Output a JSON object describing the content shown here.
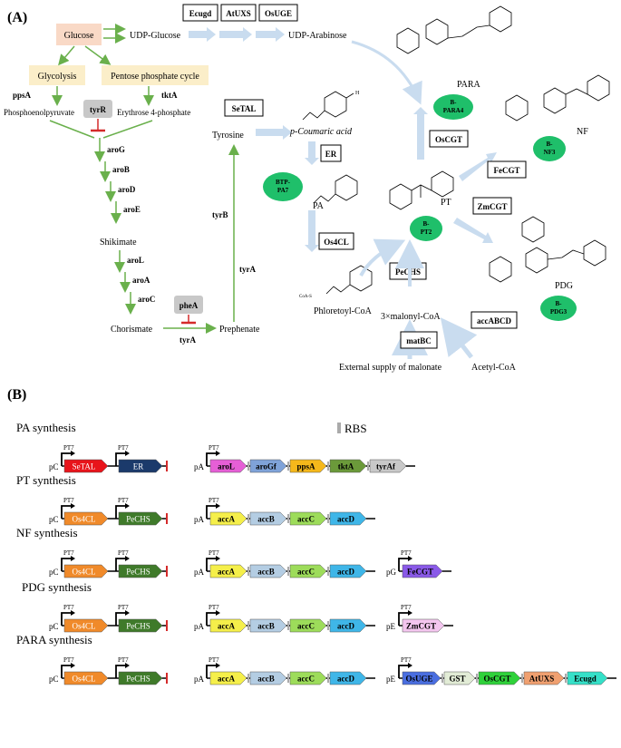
{
  "panel_a": {
    "label": "(A)",
    "glucose": "Glucose",
    "glycolysis": "Glycolysis",
    "pentose": "Pentose phosphate cycle",
    "udp_glucose": "UDP-Glucose",
    "udp_arabinose": "UDP-Arabinose",
    "ecugd": "Ecugd",
    "atuxs": "AtUXS",
    "osuge": "OsUGE",
    "ppsA": "ppsA",
    "tktA": "tktA",
    "pep": "Phosphoenolpyruvate",
    "tyrR": "tyrR",
    "e4p": "Erythrose 4-phosphate",
    "aroG": "aroG",
    "aroB": "aroB",
    "aroD": "aroD",
    "aroE": "aroE",
    "shikimate": "Shikimate",
    "aroL": "aroL",
    "aroA": "aroA",
    "aroC": "aroC",
    "chorismate": "Chorismate",
    "pheA": "pheA",
    "tyrA_bottom": "tyrA",
    "prephenate": "Prephenate",
    "tyrA_side": "tyrA",
    "tyrB": "tyrB",
    "tyrosine": "Tyrosine",
    "setal": "SeTAL",
    "coumaric": "p-Coumaric acid",
    "er": "ER",
    "pa": "PA",
    "os4cl": "Os4CL",
    "phloretoyl": "Phloretoyl-CoA",
    "coa": "CoA-S",
    "pechs": "PeCHS",
    "pt": "PT",
    "malonyl": "3×malonyl-CoA",
    "matbc": "matBC",
    "accabcd": "accABCD",
    "ext_malonate": "External supply of malonate",
    "acetyl": "Acetyl-CoA",
    "oscgt": "OsCGT",
    "fecgt": "FeCGT",
    "zmcgt": "ZmCGT",
    "para": "PARA",
    "nf": "NF",
    "pdg": "PDG",
    "strains": {
      "btp_pa7": [
        "BTP-",
        "PA7"
      ],
      "b_para4": [
        "B-",
        "PARA4"
      ],
      "b_nf3": [
        "B-",
        "NF3"
      ],
      "b_pt2": [
        "B-",
        "PT2"
      ],
      "b_pdg3": [
        "B-",
        "PDG3"
      ]
    }
  },
  "panel_b": {
    "label": "(B)",
    "rbs": "RBS",
    "promoter": "PT7",
    "rows": [
      {
        "title": "PA synthesis",
        "plasmids": [
          {
            "name": "pC",
            "genes": [
              {
                "label": "SeTAL",
                "color": "#e8141b",
                "text": "#ffffff"
              },
              {
                "label": "ER",
                "color": "#1b3a6b",
                "text": "#ffffff"
              }
            ],
            "style": "separate"
          },
          {
            "name": "pA",
            "genes": [
              {
                "label": "aroL",
                "color": "#e65fd6"
              },
              {
                "label": "aroGf",
                "color": "#7fa3d9"
              },
              {
                "label": "ppsA",
                "color": "#f5b81b"
              },
              {
                "label": "tktA",
                "color": "#6b9a3a"
              },
              {
                "label": "tyrAf",
                "color": "#c8c8c8"
              }
            ],
            "style": "operon"
          }
        ]
      },
      {
        "title": "PT synthesis",
        "plasmids": [
          {
            "name": "pC",
            "genes": [
              {
                "label": "Os4CL",
                "color": "#f08a2a",
                "text": "#ffffff"
              },
              {
                "label": "PeCHS",
                "color": "#3f7a2a",
                "text": "#ffffff"
              }
            ],
            "style": "separate"
          },
          {
            "name": "pA",
            "genes": [
              {
                "label": "accA",
                "color": "#f5ef4a"
              },
              {
                "label": "accB",
                "color": "#b4cde3"
              },
              {
                "label": "accC",
                "color": "#9ddc5a"
              },
              {
                "label": "accD",
                "color": "#3fb6e8"
              }
            ],
            "style": "operon"
          }
        ]
      },
      {
        "title": "NF synthesis",
        "plasmids": [
          {
            "name": "pC",
            "genes": [
              {
                "label": "Os4CL",
                "color": "#f08a2a",
                "text": "#ffffff"
              },
              {
                "label": "PeCHS",
                "color": "#3f7a2a",
                "text": "#ffffff"
              }
            ],
            "style": "separate"
          },
          {
            "name": "pA",
            "genes": [
              {
                "label": "accA",
                "color": "#f5ef4a"
              },
              {
                "label": "accB",
                "color": "#b4cde3"
              },
              {
                "label": "accC",
                "color": "#9ddc5a"
              },
              {
                "label": "accD",
                "color": "#3fb6e8"
              }
            ],
            "style": "operon"
          },
          {
            "name": "pG",
            "genes": [
              {
                "label": "FeCGT",
                "color": "#8a5ae8"
              }
            ],
            "style": "operon"
          }
        ]
      },
      {
        "title": "PDG synthesis",
        "plasmids": [
          {
            "name": "pC",
            "genes": [
              {
                "label": "Os4CL",
                "color": "#f08a2a",
                "text": "#ffffff"
              },
              {
                "label": "PeCHS",
                "color": "#3f7a2a",
                "text": "#ffffff"
              }
            ],
            "style": "separate"
          },
          {
            "name": "pA",
            "genes": [
              {
                "label": "accA",
                "color": "#f5ef4a"
              },
              {
                "label": "accB",
                "color": "#b4cde3"
              },
              {
                "label": "accC",
                "color": "#9ddc5a"
              },
              {
                "label": "accD",
                "color": "#3fb6e8"
              }
            ],
            "style": "operon"
          },
          {
            "name": "pE",
            "genes": [
              {
                "label": "ZmCGT",
                "color": "#f4c6ef"
              }
            ],
            "style": "operon"
          }
        ]
      },
      {
        "title": "PARA synthesis",
        "plasmids": [
          {
            "name": "pC",
            "genes": [
              {
                "label": "Os4CL",
                "color": "#f08a2a",
                "text": "#ffffff"
              },
              {
                "label": "PeCHS",
                "color": "#3f7a2a",
                "text": "#ffffff"
              }
            ],
            "style": "separate"
          },
          {
            "name": "pA",
            "genes": [
              {
                "label": "accA",
                "color": "#f5ef4a"
              },
              {
                "label": "accB",
                "color": "#b4cde3"
              },
              {
                "label": "accC",
                "color": "#9ddc5a"
              },
              {
                "label": "accD",
                "color": "#3fb6e8"
              }
            ],
            "style": "operon"
          },
          {
            "name": "pE",
            "genes": [
              {
                "label": "OsUGE",
                "color": "#4a6ee0"
              },
              {
                "label": "GST",
                "color": "#e2ecd6"
              },
              {
                "label": "OsCGT",
                "color": "#2fd13a"
              },
              {
                "label": "AtUXS",
                "color": "#f0a070"
              },
              {
                "label": "Ecugd",
                "color": "#35e0c8"
              }
            ],
            "style": "operon"
          }
        ]
      }
    ]
  },
  "colors": {
    "green_arrow": "#6ab04c",
    "blue_arrow": "#c9dcef",
    "inhibit": "#d42a2a",
    "strain": "#1fbf6a",
    "glucose_box": "#f9d9c6",
    "pathway_box": "#fbeec9",
    "tyrR_box": "#c8c8c8",
    "terminator": "#d42a2a"
  }
}
